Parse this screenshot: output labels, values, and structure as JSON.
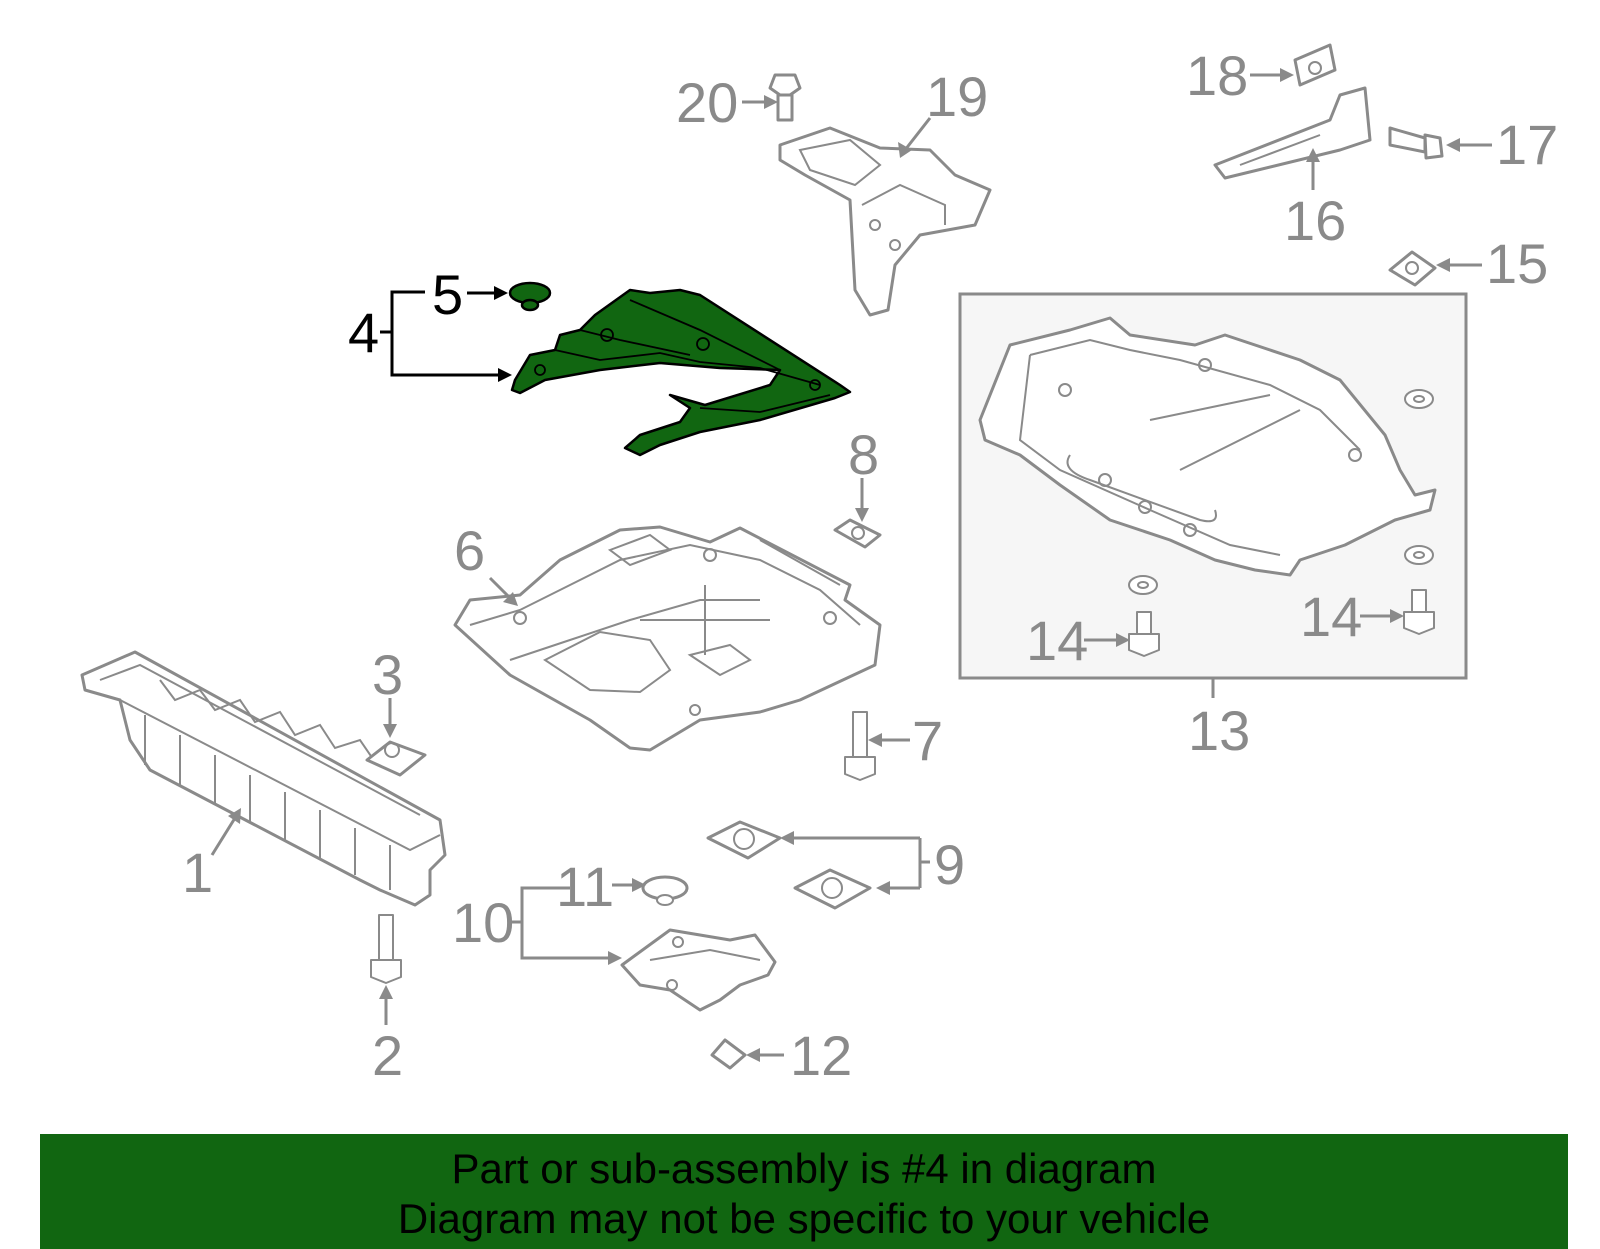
{
  "diagram": {
    "highlight_color": "#116611",
    "part_outline_color": "#8a8a8a",
    "callouts": [
      "1",
      "2",
      "3",
      "4",
      "5",
      "6",
      "7",
      "8",
      "9",
      "10",
      "11",
      "12",
      "13",
      "14",
      "14",
      "15",
      "16",
      "17",
      "18",
      "19",
      "20"
    ]
  },
  "banner": {
    "line1": "Part or sub-assembly is #4 in diagram",
    "line2": "Diagram may not be specific to your vehicle",
    "background": "#116611"
  }
}
